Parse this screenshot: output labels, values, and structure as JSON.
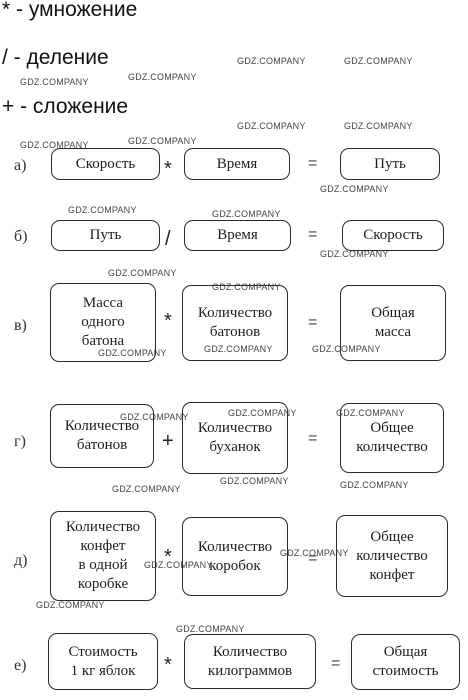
{
  "legend": {
    "mul": "* - умножение",
    "div": "/ - деление",
    "add": "+ - сложение"
  },
  "watermark": "GDZ.COMPANY",
  "rows": [
    {
      "label": "а)",
      "left": "Скорость",
      "op": "*",
      "middle": "Время",
      "eq": "=",
      "right": "Путь"
    },
    {
      "label": "б)",
      "left": "Путь",
      "op": "/",
      "middle": "Время",
      "eq": "=",
      "right": "Скорость"
    },
    {
      "label": "в)",
      "left": "Масса\nодного\nбатона",
      "op": "*",
      "middle": "Количество\nбатонов",
      "eq": "=",
      "right": "Общая\nмасса"
    },
    {
      "label": "г)",
      "left": "Количество\nбатонов",
      "op": "+",
      "middle": "Количество\nбуханок",
      "eq": "=",
      "right": "Общее\nколичество"
    },
    {
      "label": "д)",
      "left": "Количество\nконфет\nв одной\nкоробке",
      "op": "*",
      "middle": "Количество\nкоробок",
      "eq": "=",
      "right": "Общее\nколичество\nконфет"
    },
    {
      "label": "е)",
      "left": "Стоимость\n1 кг яблок",
      "op": "*",
      "middle": "Количество\nкилограммов",
      "eq": "=",
      "right": "Общая\nстоимость"
    }
  ]
}
